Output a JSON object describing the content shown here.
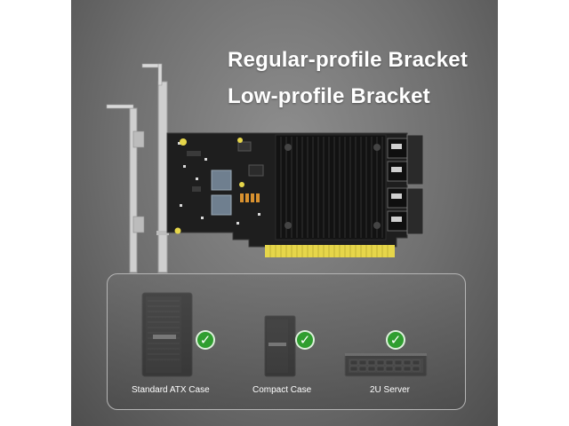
{
  "headlines": {
    "regular": "Regular-profile Bracket",
    "low": "Low-profile Bracket"
  },
  "compatibility": [
    {
      "label": "Standard ATX Case",
      "icon": "tower-case-icon",
      "status": "check-icon"
    },
    {
      "label": "Compact Case",
      "icon": "compact-case-icon",
      "status": "check-icon"
    },
    {
      "label": "2U Server",
      "icon": "rack-server-icon",
      "status": "check-icon"
    }
  ],
  "colors": {
    "check": "#2f9e2f",
    "pcb": "#1e1e1e",
    "gold_fingers": "#e6d64a",
    "bracket": "#d9d9d9"
  }
}
